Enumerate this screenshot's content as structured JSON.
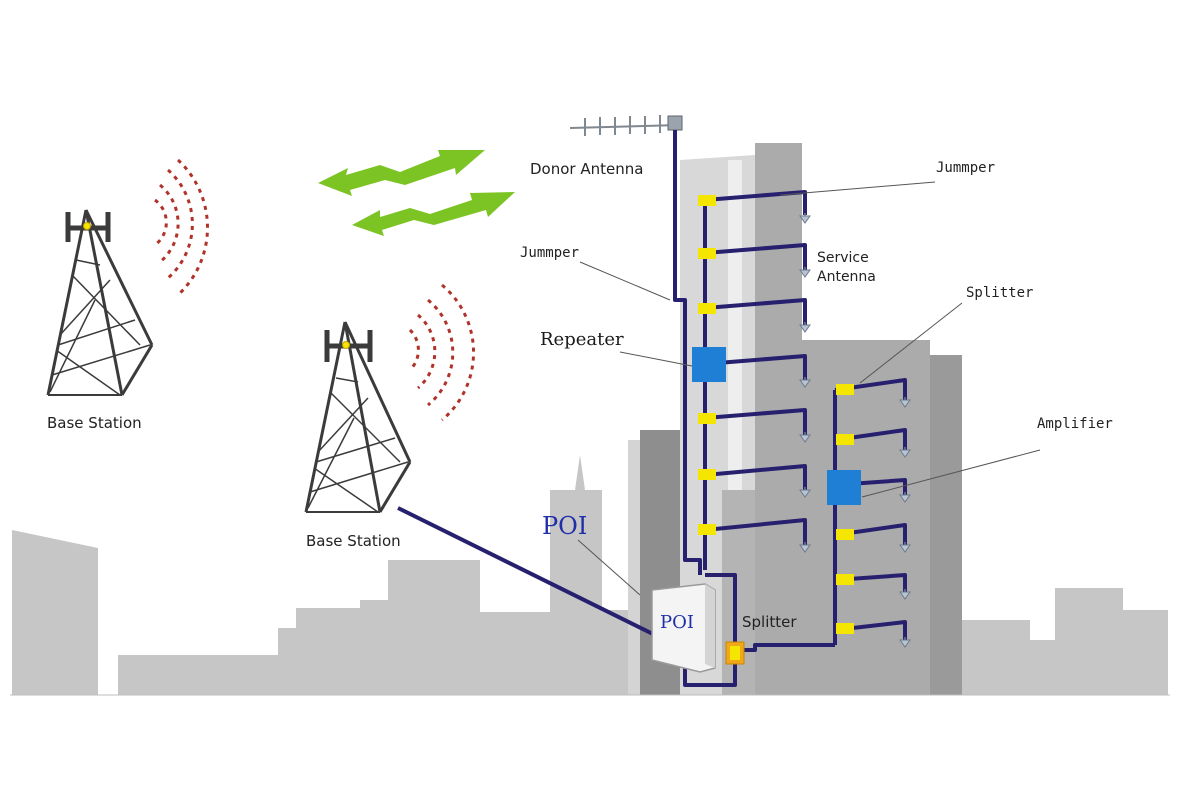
{
  "labels": {
    "base_station_left": "Base Station",
    "base_station_right": "Base Station",
    "donor_antenna": "Donor Antenna",
    "jummper_top": "Jummper",
    "jummper_left": "Jummper",
    "service_antenna_line1": "Service",
    "service_antenna_line2": "Antenna",
    "splitter_top": "Splitter",
    "repeater": "Repeater",
    "amplifier": "Amplifier",
    "poi_outside": "POI",
    "poi_box": "POI",
    "splitter_bottom": "Splitter"
  },
  "colors": {
    "cable": "#26206e",
    "connector": "#f4e600",
    "repeater": "#1e7fd4",
    "amplifier": "#1e7fd4",
    "signal_wave": "#b0332a",
    "link_arrow": "#7cc424",
    "building_light": "#c9c9c9",
    "building_dark": "#9a9a9a",
    "tower": "#3b3b3b",
    "poi_text": "#1f2fa8"
  },
  "icons": {
    "tower": "lattice-tower-icon",
    "antenna": "service-antenna-icon",
    "donor": "yagi-antenna-icon"
  }
}
